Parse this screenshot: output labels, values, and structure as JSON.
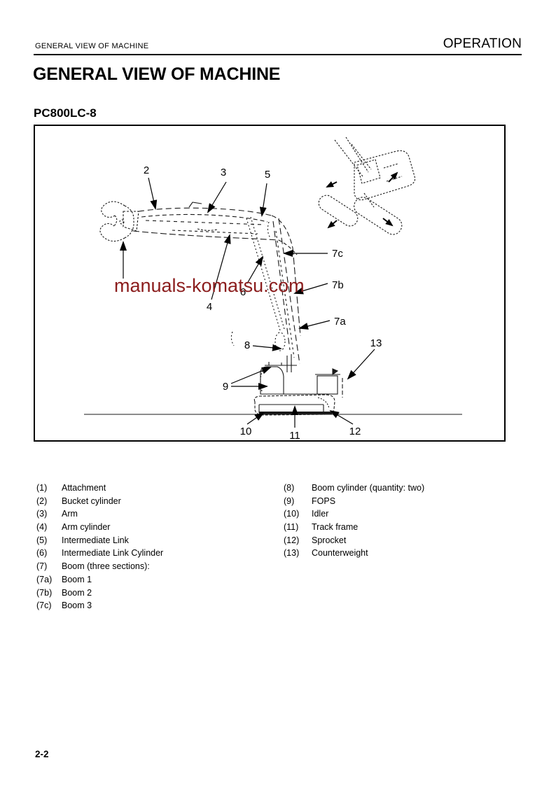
{
  "header": {
    "section": "GENERAL VIEW OF MACHINE",
    "chapter": "OPERATION"
  },
  "title": "GENERAL VIEW OF MACHINE",
  "model": "PC800LC-8",
  "figure": {
    "watermark": "manuals-komatsu.com",
    "watermark_color": "#8b1d1d",
    "callouts": {
      "c2": "2",
      "c3": "3",
      "c5": "5",
      "c4": "4",
      "c6": "6",
      "c7c": "7c",
      "c7b": "7b",
      "c7a": "7a",
      "c8": "8",
      "c9": "9",
      "c13": "13",
      "c10": "10",
      "c11": "11",
      "c12": "12"
    }
  },
  "parts": {
    "left": [
      {
        "num": "(1)",
        "label": "Attachment"
      },
      {
        "num": "(2)",
        "label": "Bucket cylinder"
      },
      {
        "num": "(3)",
        "label": "Arm"
      },
      {
        "num": "(4)",
        "label": "Arm cylinder"
      },
      {
        "num": "(5)",
        "label": "Intermediate Link"
      },
      {
        "num": "(6)",
        "label": "Intermediate Link Cylinder"
      },
      {
        "num": "(7)",
        "label": "Boom (three sections):"
      },
      {
        "num": "(7a)",
        "label": "Boom 1"
      },
      {
        "num": "(7b)",
        "label": "Boom 2"
      },
      {
        "num": "(7c)",
        "label": "Boom 3"
      }
    ],
    "right": [
      {
        "num": "(8)",
        "label": "Boom cylinder (quantity: two)"
      },
      {
        "num": "(9)",
        "label": "FOPS"
      },
      {
        "num": "(10)",
        "label": "Idler"
      },
      {
        "num": "(11)",
        "label": "Track frame"
      },
      {
        "num": "(12)",
        "label": "Sprocket"
      },
      {
        "num": "(13)",
        "label": "Counterweight"
      }
    ]
  },
  "footer": {
    "page_number": "2-2"
  }
}
